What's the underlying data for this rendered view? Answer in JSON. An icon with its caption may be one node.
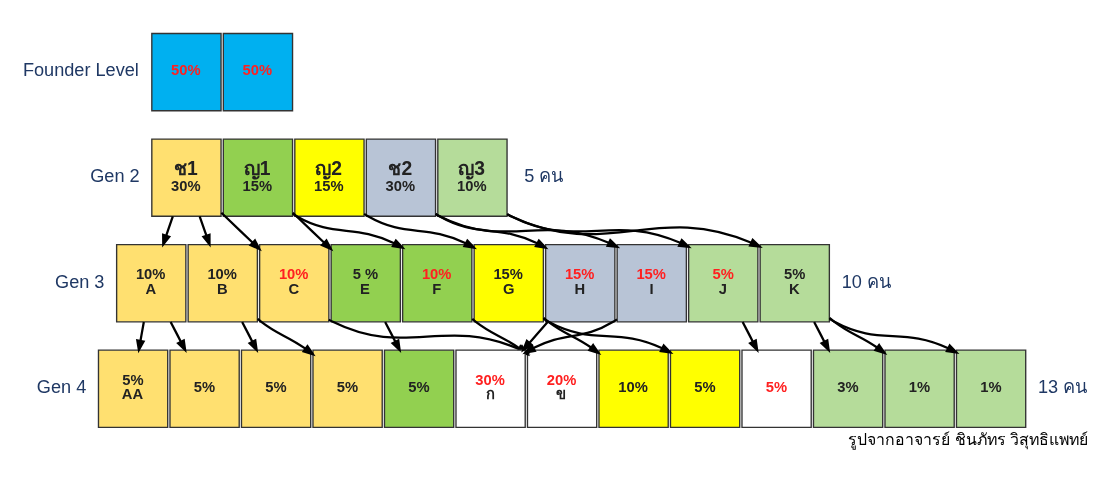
{
  "diagram": {
    "caption": "รูปจากอาจารย์ ชินภัทร วิสุทธิแพทย์",
    "nodes": [
      {
        "text": [
          "50%"
        ]
      },
      {
        "text": [
          "50%"
        ]
      },
      {
        "text": [
          "ช1",
          "30%"
        ]
      },
      {
        "text": [
          "ญ1",
          "15%"
        ]
      },
      {
        "text": [
          "ญ2",
          "15%"
        ]
      },
      {
        "text": [
          "ช2",
          "30%"
        ]
      },
      {
        "text": [
          "ญ3",
          "10%"
        ]
      },
      {
        "text": [
          "10%",
          "A"
        ]
      },
      {
        "text": [
          "10%",
          "B"
        ]
      },
      {
        "text": [
          "10%",
          "C"
        ]
      },
      {
        "text": [
          "5 %",
          "E"
        ]
      },
      {
        "text": [
          "10%",
          "F"
        ]
      },
      {
        "text": [
          "15%",
          "G"
        ]
      },
      {
        "text": [
          "15%",
          "H"
        ]
      },
      {
        "text": [
          "15%",
          "I"
        ]
      },
      {
        "text": [
          "5%",
          "J"
        ]
      },
      {
        "text": [
          "5%",
          "K"
        ]
      },
      {
        "text": [
          "5%",
          "AA"
        ]
      },
      {
        "text": [
          "5%"
        ]
      },
      {
        "text": [
          "5%"
        ]
      },
      {
        "text": [
          "5%"
        ]
      },
      {
        "text": [
          "5%"
        ]
      },
      {
        "text": [
          "30%",
          "ก"
        ]
      },
      {
        "text": [
          "20%",
          "ข"
        ]
      },
      {
        "text": [
          "10%"
        ]
      },
      {
        "text": [
          "5%"
        ]
      },
      {
        "text": [
          "5%"
        ]
      },
      {
        "text": [
          "3%"
        ]
      },
      {
        "text": [
          "1%"
        ]
      },
      {
        "text": [
          "1%"
        ]
      }
    ],
    "edges": [
      {
        "from": 2,
        "to": 7,
        "arrow": "to"
      },
      {
        "from": 2,
        "to": 8,
        "arrow": "to"
      },
      {
        "from": 2,
        "to": 9,
        "arrow": "to"
      },
      {
        "from": 3,
        "to": 10,
        "arrow": "to"
      },
      {
        "from": 3,
        "to": 11,
        "arrow": "to"
      },
      {
        "from": 4,
        "to": 12,
        "arrow": "to"
      },
      {
        "from": 5,
        "to": 13,
        "arrow": "to"
      },
      {
        "from": 5,
        "to": 14,
        "arrow": "to"
      },
      {
        "from": 6,
        "to": 15,
        "arrow": "to"
      },
      {
        "from": 6,
        "to": 16,
        "arrow": "to"
      },
      {
        "from": 7,
        "to": 17,
        "arrow": "to"
      },
      {
        "from": 7,
        "to": 18,
        "arrow": "to"
      },
      {
        "from": 8,
        "to": 19,
        "arrow": "to"
      },
      {
        "from": 8,
        "to": 20,
        "arrow": "to"
      },
      {
        "from": 9,
        "to": 23,
        "arrow": "to"
      },
      {
        "from": 10,
        "to": 21,
        "arrow": "to"
      },
      {
        "from": 11,
        "to": 23,
        "arrow": "to"
      },
      {
        "from": 12,
        "to": 24,
        "arrow": "to"
      },
      {
        "from": 12,
        "to": 25,
        "arrow": "to"
      },
      {
        "from": 13,
        "to": 22,
        "arrow": "to"
      },
      {
        "from": 14,
        "to": 22,
        "arrow": "to"
      },
      {
        "from": 15,
        "to": 26,
        "arrow": "to"
      },
      {
        "from": 16,
        "to": 27,
        "arrow": "to"
      },
      {
        "from": 16,
        "to": 28,
        "arrow": "to"
      },
      {
        "from": 16,
        "to": 29,
        "arrow": "to"
      }
    ],
    "labels": [
      "Founder Level",
      "Gen 2",
      "5 คน",
      "Gen 3",
      "10 คน",
      "Gen 4",
      "13 คน"
    ]
  }
}
